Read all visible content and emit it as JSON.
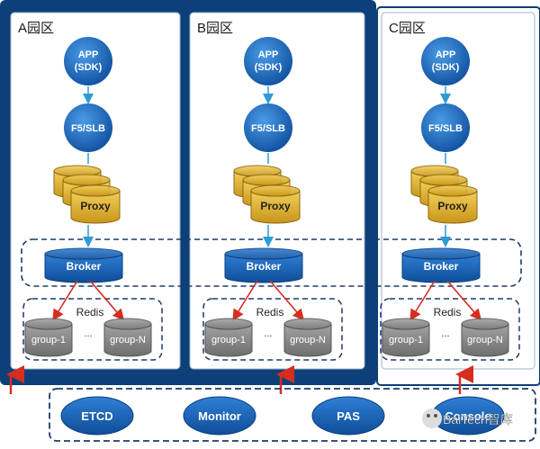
{
  "zones": [
    {
      "label": "A园区"
    },
    {
      "label": "B园区"
    },
    {
      "label": "C园区"
    }
  ],
  "nodes": {
    "app_line1": "APP",
    "app_line2": "(SDK)",
    "lb": "F5/SLB",
    "proxy": "Proxy",
    "broker": "Broker",
    "redis": "Redis",
    "group_first": "group-1",
    "group_ellipsis": "...",
    "group_last": "group-N"
  },
  "services": [
    "ETCD",
    "Monitor",
    "PAS",
    "Console"
  ],
  "watermark": "BaiTech智库",
  "colors": {
    "deep_blue": "#0d3f78",
    "node_blue": "#1e6fc4",
    "proxy_gold": "#e8b830",
    "group_gray": "#8c8c8c",
    "arrow_red": "#d62d20",
    "arrow_blue": "#2e9bd6",
    "dash": "#1f3a68"
  }
}
